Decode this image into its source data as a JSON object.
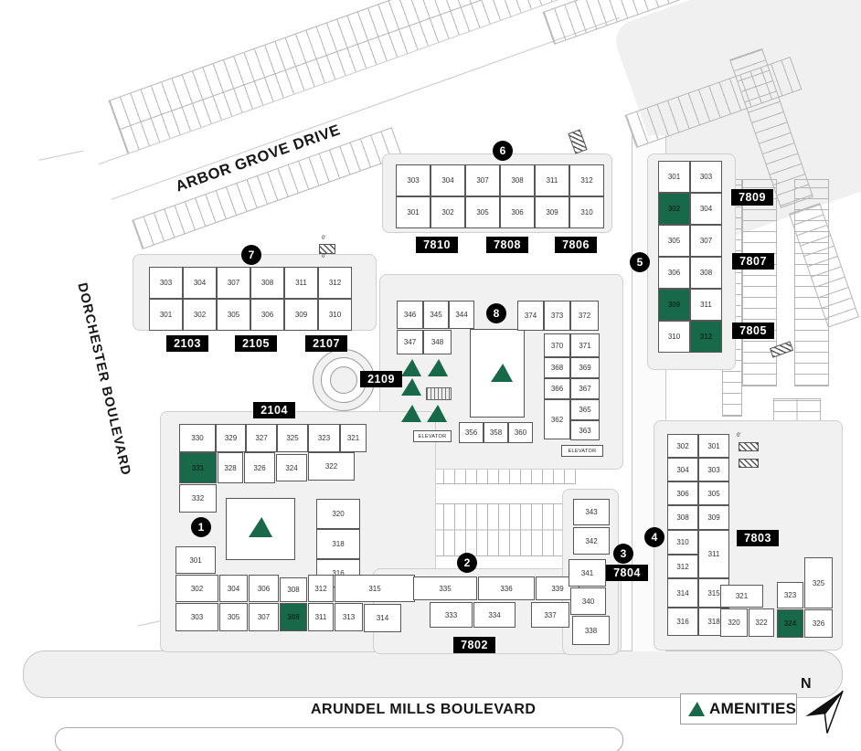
{
  "streets": {
    "arbor": "ARBOR GROVE DRIVE",
    "dorchester": "DORCHESTER BOULEVARD",
    "arundel": "ARUNDEL MILLS BOULEVARD"
  },
  "legend": {
    "amenities": "AMENITIES",
    "north": "N"
  },
  "misc": {
    "elevator": "ELEVATOR",
    "zero": "0'"
  },
  "markers": [
    "1",
    "2",
    "3",
    "4",
    "5",
    "6",
    "7",
    "8"
  ],
  "labels": {
    "7810": "7810",
    "7808": "7808",
    "7806": "7806",
    "2103": "2103",
    "2105": "2105",
    "2107": "2107",
    "2109": "2109",
    "2104": "2104",
    "7802": "7802",
    "7804": "7804",
    "7803": "7803",
    "7805": "7805",
    "7807": "7807",
    "7809": "7809"
  },
  "colors": {
    "amenity_green": "#17694a",
    "label_bg": "#000000",
    "label_text": "#ffffff",
    "pad_gray": "#f1f1f1"
  },
  "buildings": {
    "b6": {
      "units": [
        "303",
        "304",
        "307",
        "308",
        "311",
        "312",
        "301",
        "302",
        "305",
        "306",
        "309",
        "310"
      ]
    },
    "b7": {
      "units": [
        "303",
        "304",
        "307",
        "308",
        "311",
        "312",
        "301",
        "302",
        "305",
        "306",
        "309",
        "310"
      ]
    },
    "b5": {
      "col1": [
        "301",
        "302",
        "305",
        "306",
        "309",
        "310"
      ],
      "col2": [
        "303",
        "304",
        "307",
        "308",
        "311",
        "312"
      ],
      "green_units": [
        "302",
        "309",
        "312"
      ]
    },
    "b8": {
      "top_left": [
        "346",
        "345",
        "344"
      ],
      "mid_left": [
        "347",
        "348"
      ],
      "bottom": [
        "356",
        "358",
        "360"
      ],
      "top_right": [
        "374",
        "373",
        "372"
      ],
      "right_col_left": [
        "370",
        "368",
        "366",
        "362"
      ],
      "right_col_right": [
        "371",
        "369",
        "367",
        "365",
        "363"
      ]
    },
    "b1": {
      "row1": [
        "330",
        "329",
        "327",
        "325",
        "323",
        "321"
      ],
      "row2": [
        "331",
        "328",
        "326",
        "324",
        "322"
      ],
      "u332": "332",
      "right_col": [
        "320",
        "318",
        "316"
      ],
      "u301": "301",
      "mid_row": [
        "302",
        "304",
        "306",
        "308",
        "312"
      ],
      "u315": "315",
      "bottom_row": [
        "303",
        "305",
        "307",
        "309",
        "311",
        "313",
        "314"
      ],
      "green_units": [
        "331",
        "309"
      ]
    },
    "b2": {
      "top": [
        "335",
        "336",
        "339"
      ],
      "bottom": [
        "333",
        "334",
        "337"
      ],
      "col": [
        "343",
        "342",
        "341",
        "340",
        "338"
      ]
    },
    "b4": {
      "left_col": [
        "302",
        "304",
        "306",
        "308",
        "310",
        "312",
        "314",
        "316"
      ],
      "right_col": [
        "301",
        "303",
        "305",
        "309",
        "311",
        "315",
        "318"
      ],
      "cluster": [
        "321",
        "320",
        "322",
        "323",
        "324",
        "325",
        "326"
      ],
      "green_units": [
        "324"
      ]
    }
  }
}
